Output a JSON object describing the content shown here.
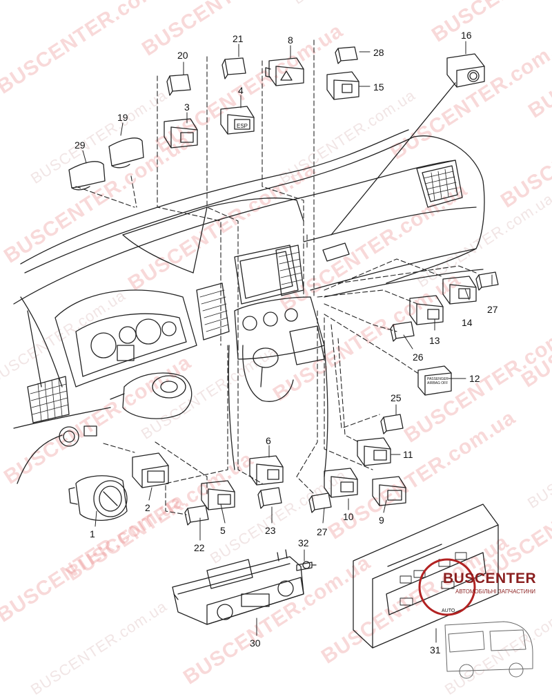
{
  "watermark": {
    "text": "BUSCENTER.com.ua",
    "color": "#e87a7a"
  },
  "logo": {
    "brand": "BUSCENTER",
    "subtitle": "АВТОМОБІЛЬНІ ЗАПЧАСТИНИ",
    "color": "#8a1f1f"
  },
  "callouts": [
    "1",
    "2",
    "3",
    "4",
    "5",
    "6",
    "8",
    "9",
    "10",
    "11",
    "12",
    "13",
    "14",
    "15",
    "16",
    "19",
    "20",
    "21",
    "22",
    "23",
    "25",
    "26",
    "27",
    "27",
    "28",
    "29",
    "30",
    "31",
    "32"
  ],
  "parts": {
    "p4_label": "ESP",
    "p12_label": "PASSENGER AIRBAG OFF",
    "p31_label": "AUTO"
  }
}
